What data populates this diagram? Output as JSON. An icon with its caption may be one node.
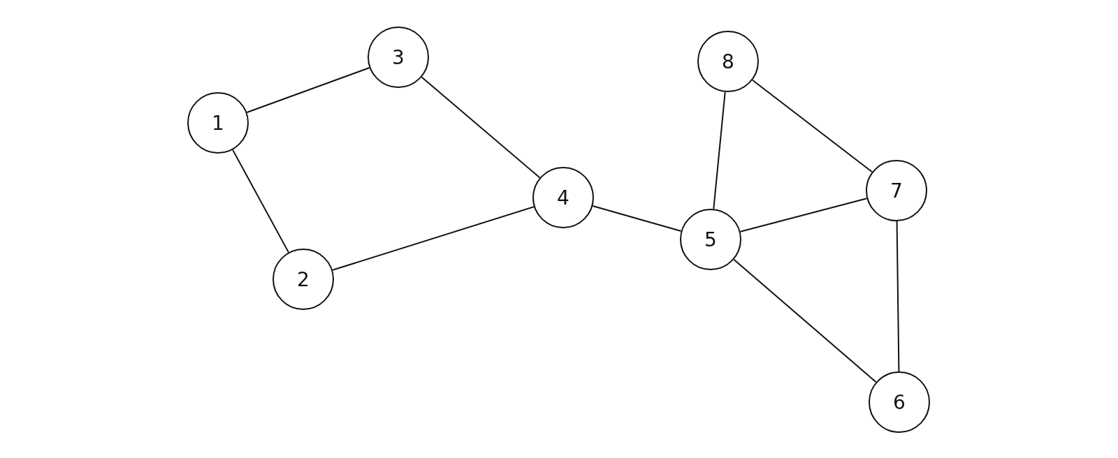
{
  "diagram": {
    "nodes": [
      {
        "text": [
          "1"
        ]
      },
      {
        "text": [
          "2"
        ]
      },
      {
        "text": [
          "3"
        ]
      },
      {
        "text": [
          "4"
        ]
      },
      {
        "text": [
          "5"
        ]
      },
      {
        "text": [
          "6"
        ]
      },
      {
        "text": [
          "7"
        ]
      },
      {
        "text": [
          "8"
        ]
      }
    ],
    "edges": [
      {
        "from": 0,
        "to": 2,
        "arrow": "none"
      },
      {
        "from": 0,
        "to": 1,
        "arrow": "none"
      },
      {
        "from": 2,
        "to": 3,
        "arrow": "none"
      },
      {
        "from": 1,
        "to": 3,
        "arrow": "none"
      },
      {
        "from": 3,
        "to": 4,
        "arrow": "none"
      },
      {
        "from": 7,
        "to": 4,
        "arrow": "none"
      },
      {
        "from": 7,
        "to": 6,
        "arrow": "none"
      },
      {
        "from": 4,
        "to": 6,
        "arrow": "none"
      },
      {
        "from": 4,
        "to": 5,
        "arrow": "none"
      },
      {
        "from": 6,
        "to": 5,
        "arrow": "none"
      }
    ]
  }
}
